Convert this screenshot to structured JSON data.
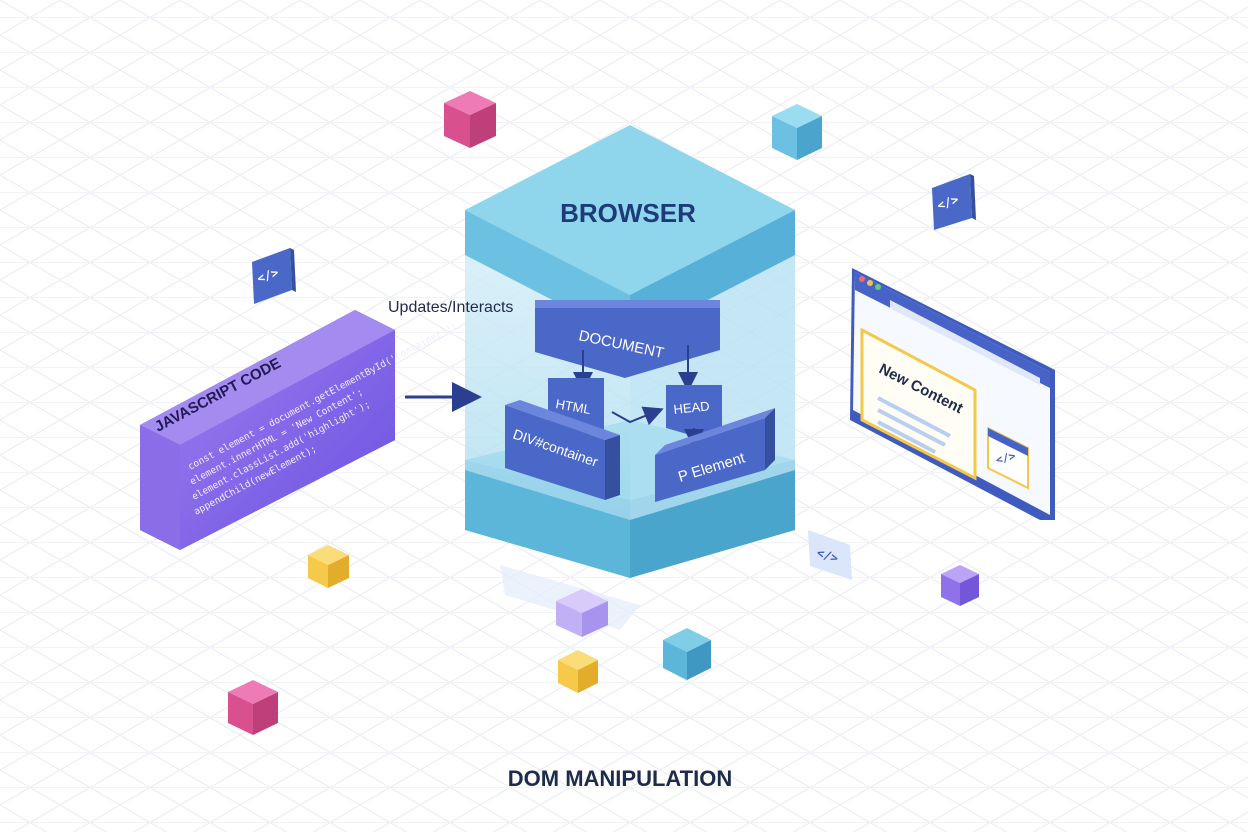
{
  "diagram": {
    "title": "DOM MANIPULATION",
    "browser_label": "BROWSER",
    "document_label": "DOCUMENT",
    "html_label": "HTML",
    "head_label": "HEAD",
    "div_label": "DIV#container",
    "p_label": "P Element",
    "arrow_label": "Updates/Interacts",
    "js_panel": {
      "title": "JAVASCRIPT CODE",
      "code_lines": [
        "const element = document.getElementById('container');",
        "element.innerHTML = 'New Content';",
        "element.classList.add('highlight');",
        "appendChild(newElement);"
      ]
    },
    "browser_window": {
      "content_heading": "New Content",
      "code_icon": "</>"
    },
    "code_icon_text": "</>"
  },
  "colors": {
    "cyan_top": "#7fd0e8",
    "cyan_side": "#5cb6da",
    "glass": "#bfe3f2",
    "node_blue": "#4a68c8",
    "node_blue_dark": "#35509f",
    "purple": "#7b5ce6",
    "purple_light": "#a48bf0",
    "yellow": "#f6c94a",
    "pink": "#d9508f",
    "navy_text": "#1f2b4d",
    "grid": "#e9edf3"
  }
}
